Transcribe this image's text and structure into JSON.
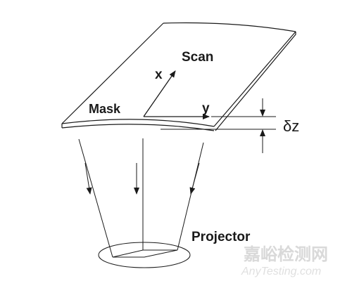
{
  "labels": {
    "scan": "Scan",
    "x_axis": "x",
    "y_axis": "y",
    "mask": "Mask",
    "delta_z": "δz",
    "projector": "Projector"
  },
  "watermark": {
    "chinese": "嘉峪检测网",
    "english": "AnyTesting.com"
  },
  "colors": {
    "line": "#1a1a1a",
    "background": "#ffffff",
    "watermark": "#d9d9d9"
  }
}
